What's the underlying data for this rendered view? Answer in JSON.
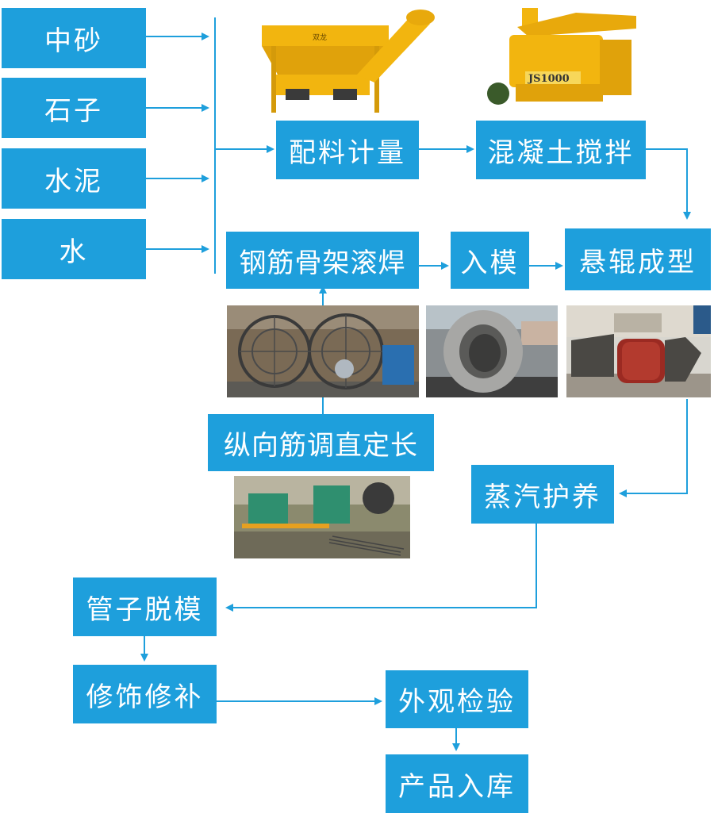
{
  "steps": {
    "sand": "中砂",
    "stone": "石子",
    "cement": "水泥",
    "water": "水",
    "batching": "配料计量",
    "mixing": "混凝土搅拌",
    "welding": "钢筋骨架滚焊",
    "molding": "入模",
    "forming": "悬辊成型",
    "straightening": "纵向筋调直定长",
    "curing": "蒸汽护养",
    "demolding": "管子脱模",
    "repair": "修饰修补",
    "inspection": "外观检验",
    "storage": "产品入库"
  },
  "images": {
    "batching_machine_label": "双龙",
    "mixer_label": "JS1000"
  },
  "colors": {
    "box": "#1e9fdc",
    "arrow": "#1e9fdc",
    "machine_yellow": "#f2b50f"
  }
}
